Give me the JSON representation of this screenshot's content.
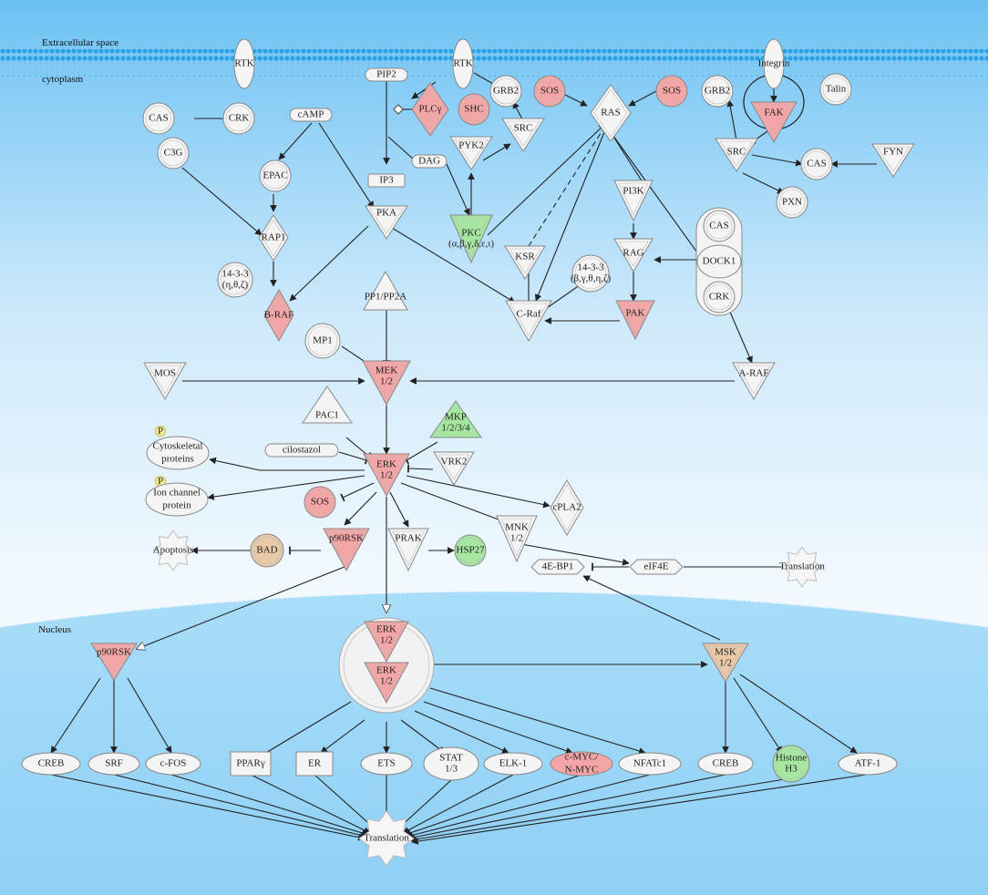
{
  "regions": {
    "extracellular": "Extracellular space",
    "cytoplasm": "cytoplasm",
    "nucleus": "Nucleus"
  },
  "nodes": {
    "rtk1": "RTK",
    "rtk2": "RTK",
    "integrin": "Integrin",
    "pip2": "PIP2",
    "plcg": "PLCγ",
    "shc": "SHC",
    "grb2a": "GRB2",
    "sos1": "SOS",
    "ras": "RAS",
    "sos2": "SOS",
    "grb2b": "GRB2",
    "talin": "Talin",
    "fak": "FAK",
    "cas1": "CAS",
    "crk1": "CRK",
    "c3g": "C3G",
    "camp": "cAMP",
    "epac": "EPAC",
    "rap1": "RAP1",
    "pka": "PKA",
    "ip3": "IP3",
    "dag": "DAG",
    "pyk2": "PYK2",
    "src1": "SRC",
    "src2": "SRC",
    "cas2": "CAS",
    "fyn": "FYN",
    "pxn": "PXN",
    "pi3k": "PI3K",
    "rag": "RAG",
    "cas3": "CAS",
    "dock1": "DOCK1",
    "crk2": "CRK",
    "pkc_1": "PKC",
    "pkc_2": "(α,β,γ,δ,ε,ι)",
    "ksr": "KSR",
    "f1433a_1": "14-3-3",
    "f1433a_2": "(η,θ,ζ)",
    "f1433b_1": "14-3-3",
    "f1433b_2": "(β,γ,θ,η,ζ)",
    "braf": "B-RAF",
    "pp1": "PP1/PP2A",
    "craf": "C-Raf",
    "pak": "PAK",
    "mp1": "MP1",
    "mek_1": "MEK",
    "mek_2": "1/2",
    "mos": "MOS",
    "araf": "A-RAF",
    "pac1": "PAC1",
    "mkp_1": "MKP",
    "mkp_2": "1/2/3/4",
    "p_a": "P",
    "cyto_1": "Cytoskeletal",
    "cyto_2": "proteins",
    "cilostazol": "cilostazol",
    "vrk2": "VRK2",
    "erk_1": "ERK",
    "erk_2": "1/2",
    "p_b": "P",
    "ion_1": "Ion channel",
    "ion_2": "protein",
    "sos3": "SOS",
    "cpla2": "cPLA2",
    "apop": "Apoptosis",
    "bad": "BAD",
    "p90a": "p90RSK",
    "prak": "PRAK",
    "hsp27": "HSP27",
    "mnk_1": "MNK",
    "mnk_2": "1/2",
    "ebp1": "4E-BP1",
    "eif4e": "eIF4E",
    "trans1": "Translation",
    "p90b": "p90RSK",
    "erkn1_1": "ERK",
    "erkn1_2": "1/2",
    "erkn2_1": "ERK",
    "erkn2_2": "1/2",
    "msk_1": "MSK",
    "msk_2": "1/2",
    "creb1": "CREB",
    "srf": "SRF",
    "cfos": "c-FOS",
    "pparg": "PPARγ",
    "er": "ER",
    "ets": "ETS",
    "stat_1": "STAT",
    "stat_2": "1/3",
    "elk1": "ELK-1",
    "cmyc_1": "c-MYC/",
    "cmyc_2": "N-MYC",
    "nfatc1": "NFATc1",
    "creb2": "CREB",
    "histone_1": "Histone",
    "histone_2": "H3",
    "atf1": "ATF-1",
    "trans2": "Translation"
  },
  "colors": {
    "membrane": "#2fa8e8",
    "red_fill": "#f4a6a6",
    "green_fill": "#a6e6a0",
    "white_fill": "#f4f4f4",
    "stroke": "#888888",
    "bg_top": "#7ec8f5",
    "nucleus": "#a8dcf8"
  }
}
